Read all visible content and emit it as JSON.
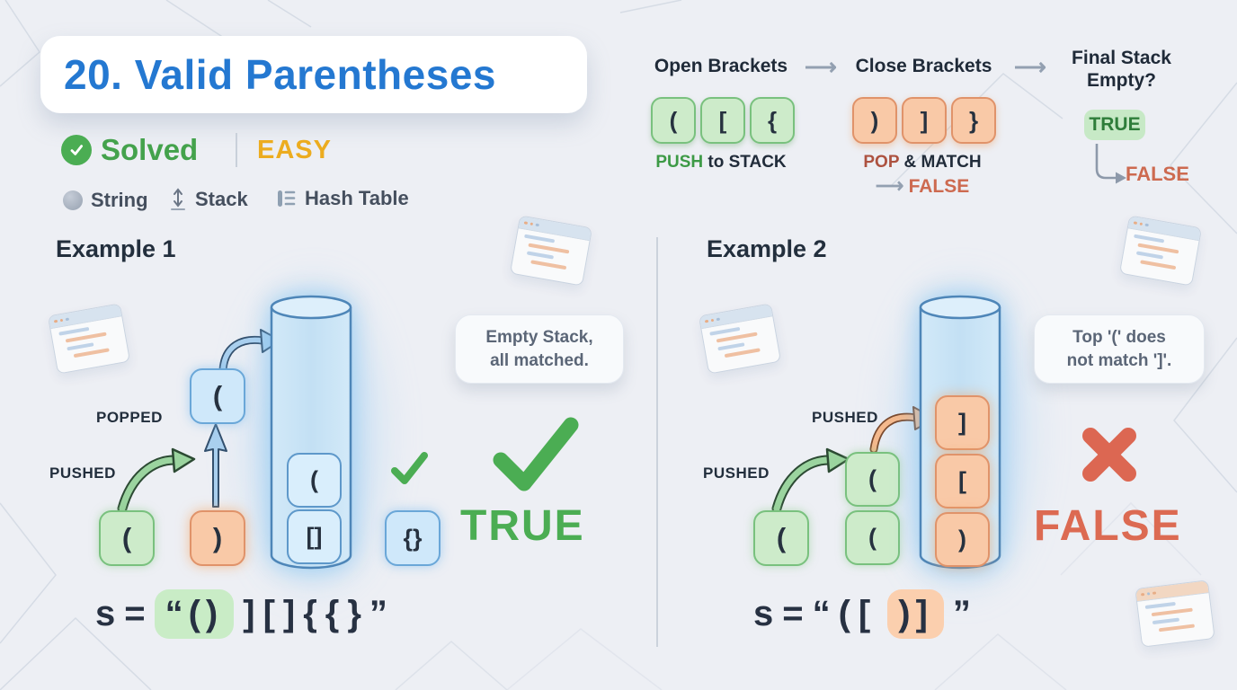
{
  "title": "20. Valid Parentheses",
  "status": {
    "solved": "Solved",
    "difficulty": "EASY"
  },
  "tags": {
    "string": "String",
    "stack": "Stack",
    "hash": "Hash Table"
  },
  "flow": {
    "open_label": "Open Brackets",
    "close_label": "Close Brackets",
    "final_label_1": "Final Stack",
    "final_label_2": "Empty?",
    "arrow_glyph": "⟶",
    "open_brackets": [
      "(",
      "[",
      "{"
    ],
    "close_brackets": [
      ")",
      "]",
      "}"
    ],
    "push_word": "PUSH",
    "push_rest": "to STACK",
    "pop_word": "POP",
    "pop_rest": "& MATCH",
    "pop_false": "FALSE",
    "true_badge": "TRUE",
    "final_false": "FALSE"
  },
  "example1": {
    "heading": "Example 1",
    "pushed": "PUSHED",
    "popped": "POPPED",
    "chips": {
      "input": "(",
      "current": ")",
      "popped": "(",
      "stack": [
        "(",
        "[]"
      ],
      "next": "{}"
    },
    "tooltip": {
      "line1": "Empty Stack,",
      "line2": "all matched."
    },
    "result": "TRUE",
    "expr": {
      "var": "s",
      "eq": "=",
      "highlight": "“()",
      "rest": "][]{{}”"
    }
  },
  "example2": {
    "heading": "Example 2",
    "pushed1": "PUSHED",
    "pushed2": "PUSHED",
    "chips": {
      "input": "(",
      "staged": [
        "(",
        "("
      ],
      "stack": [
        "]",
        "[",
        ")"
      ]
    },
    "tooltip": {
      "line1": "Top '(' does",
      "line2": "not match ']'."
    },
    "result": "FALSE",
    "expr": {
      "var": "s",
      "eq": "=",
      "pre": "“([",
      "highlight": ")]",
      "post": "”"
    }
  },
  "colors": {
    "accent_blue": "#2478d1",
    "green": "#4bad53",
    "amber": "#ecac1f",
    "salmon": "#dc6a52",
    "dark_text": "#26313f",
    "chip_green_bg": "#cdebca",
    "chip_orange_bg": "#f9c9a7",
    "chip_blue_bg": "#cfe8fa",
    "cylinder_bg": "#c8e3f5"
  }
}
